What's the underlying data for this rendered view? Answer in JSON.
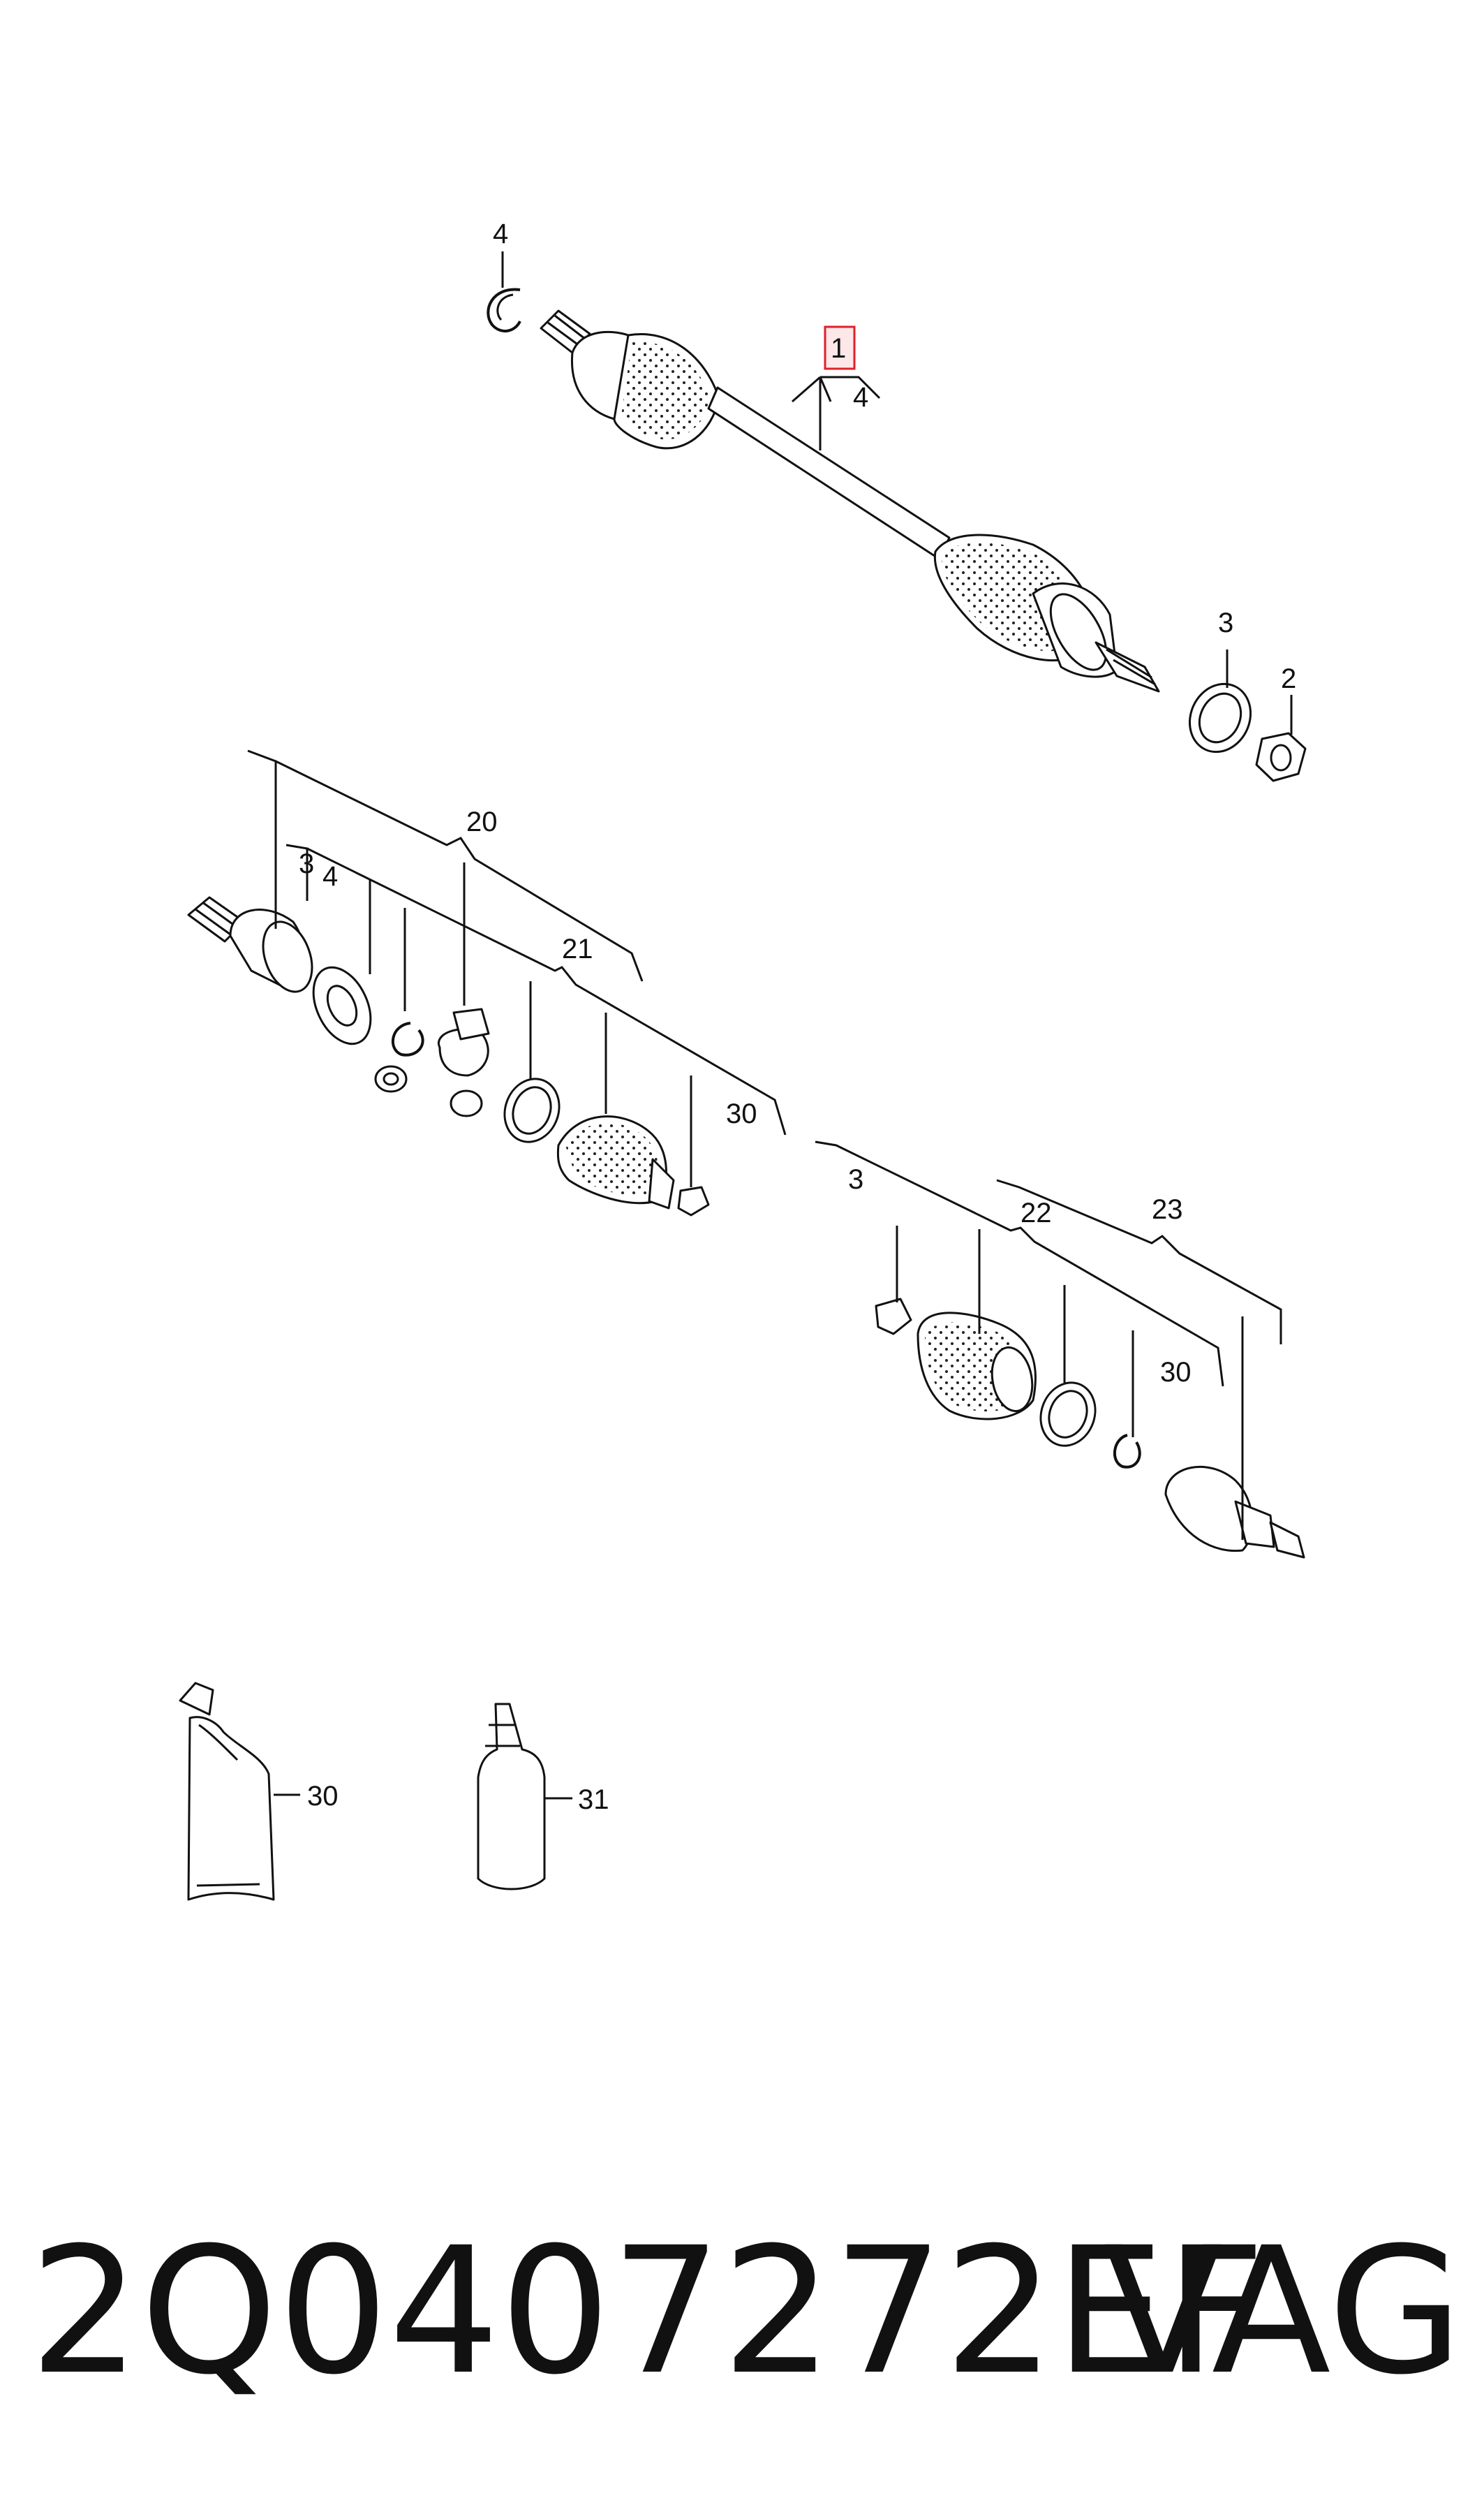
{
  "diagram": {
    "callouts": {
      "c1": "1",
      "c1_4": "4",
      "c4_top": "4",
      "c3_top": "3",
      "c2": "2",
      "c20": "20",
      "c3_mid": "3",
      "c4_mid": "4",
      "c21": "21",
      "c30_mid": "30",
      "c3_low": "3",
      "c22": "22",
      "c23": "23",
      "c30_low": "30",
      "c30_tube": "30",
      "c31_bottle": "31"
    },
    "highlight_color": "#e0202a",
    "highlight_fill": "#fde7e8"
  },
  "footer": {
    "part_number": "2Q0407272EF",
    "brand": "VAG"
  }
}
